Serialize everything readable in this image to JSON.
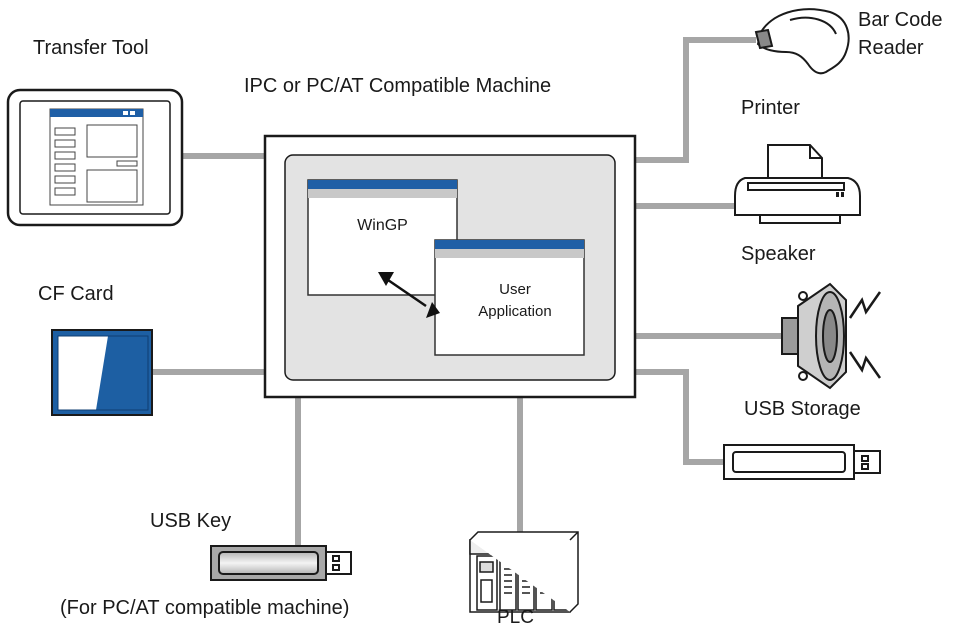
{
  "labels": {
    "transfer_tool": "Transfer Tool",
    "machine": "IPC or PC/AT Compatible Machine",
    "bar_code_line1": "Bar Code",
    "bar_code_line2": "Reader",
    "printer": "Printer",
    "speaker": "Speaker",
    "usb_storage": "USB Storage",
    "cf_card": "CF Card",
    "usb_key": "USB Key",
    "usb_key_note": "(For PC/AT compatible machine)",
    "plc": "PLC",
    "wingp": "WinGP",
    "user_app_line1": "User",
    "user_app_line2": "Application"
  },
  "colors": {
    "connector": "#a6a6a6",
    "window_titlebar": "#1f5fa6",
    "window_subbar": "#c8c8c8",
    "screen_bg": "#e3e3e3",
    "cf_card_blue": "#1d5fa3"
  },
  "icons": [
    "tablet-icon",
    "bar-code-reader-icon",
    "printer-icon",
    "speaker-icon",
    "usb-storage-icon",
    "cf-card-icon",
    "usb-key-icon",
    "plc-icon",
    "double-arrow-icon"
  ]
}
